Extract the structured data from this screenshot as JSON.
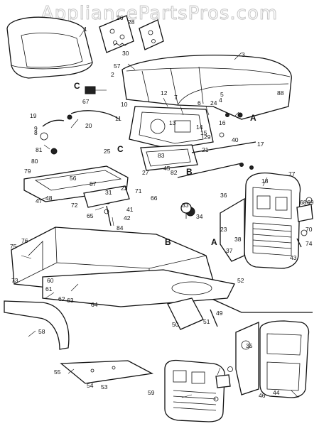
{
  "watermark": "AppliancePartsPros.com",
  "section_letters": [
    "A",
    "B",
    "C"
  ],
  "callouts": [
    "1",
    "2",
    "3",
    "4",
    "5",
    "6",
    "7",
    "8",
    "9",
    "10",
    "11",
    "12",
    "13",
    "14",
    "15",
    "16",
    "17",
    "18",
    "19",
    "20",
    "21",
    "22",
    "23",
    "24",
    "25",
    "26",
    "27",
    "28",
    "29",
    "30",
    "31",
    "33",
    "34",
    "35",
    "36",
    "37",
    "38",
    "40",
    "41",
    "42",
    "43",
    "44",
    "45",
    "46",
    "47",
    "48",
    "49",
    "50",
    "51",
    "52",
    "53",
    "54",
    "55",
    "56",
    "57",
    "58",
    "59",
    "60",
    "61",
    "62",
    "63",
    "64",
    "65",
    "66",
    "67",
    "68",
    "69",
    "70",
    "71",
    "72",
    "73",
    "74",
    "75",
    "76",
    "77",
    "79",
    "80",
    "81",
    "82",
    "83",
    "84",
    "87",
    "88"
  ]
}
